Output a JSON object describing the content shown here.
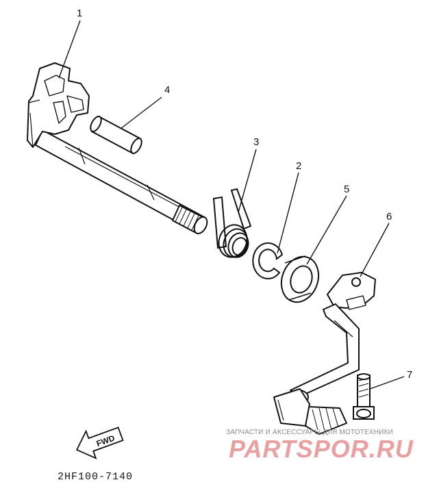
{
  "parts": [
    {
      "number": "1",
      "part": "shift-shaft"
    },
    {
      "number": "4",
      "part": "pin"
    },
    {
      "number": "3",
      "part": "torsion-spring"
    },
    {
      "number": "2",
      "part": "circlip"
    },
    {
      "number": "5",
      "part": "oil-seal"
    },
    {
      "number": "6",
      "part": "shift-pedal"
    },
    {
      "number": "7",
      "part": "bolt"
    }
  ],
  "direction_label": "FWD",
  "drawing_code": "2HF100-7140",
  "watermark": {
    "tagline": "ЗАПЧАСТИ И АКСЕССУАРЫ ДЛЯ МОТОТЕХНИКИ",
    "site": "PARTSPOR.RU",
    "color": "#e9a0a0"
  },
  "colors": {
    "line": "#111111",
    "background": "#ffffff"
  }
}
